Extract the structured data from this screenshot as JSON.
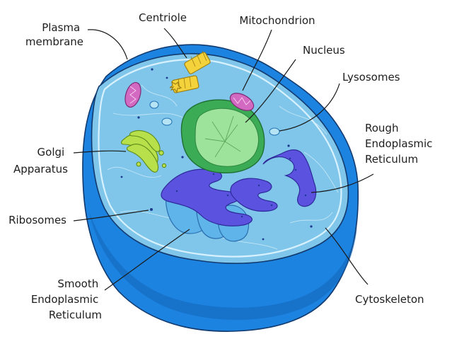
{
  "colors": {
    "outer_shell": "#1c83e0",
    "cytoplasm": "#7fc6ea",
    "membrane_line": "#d8f1ff",
    "nucleus_envelope": "#3cab55",
    "nucleoplasm": "#9ee39b",
    "rough_er": "#5c52e0",
    "smooth_er": "#5fb4ea",
    "golgi": "#b8e04a",
    "mitochondria": "#d26ac2",
    "centriole": "#f3d23b"
  },
  "labels": {
    "plasma_membrane": [
      "Plasma",
      "membrane"
    ],
    "centriole": [
      "Centriole"
    ],
    "mitochondrion": [
      "Mitochondrion"
    ],
    "nucleus": [
      "Nucleus"
    ],
    "lysosomes": [
      "Lysosomes"
    ],
    "rough_er": [
      "Rough",
      "Endoplasmic",
      "Reticulum"
    ],
    "golgi": [
      "Golgi",
      "Apparatus"
    ],
    "ribosomes": [
      "Ribosomes"
    ],
    "smooth_er": [
      "Smooth",
      "Endoplasmic",
      "Reticulum"
    ],
    "cytoskeleton": [
      "Cytoskeleton"
    ]
  }
}
